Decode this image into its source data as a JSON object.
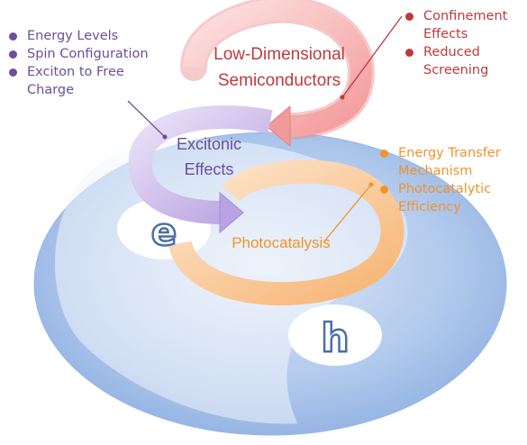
{
  "labels": {
    "low_dimensional": [
      "Low-Dimensional",
      "Semiconductors"
    ],
    "excitonic": [
      "Excitonic",
      "Effects"
    ],
    "photocatalysis": "Photocatalysis",
    "electron": "e",
    "hole": "h"
  },
  "purple_bullets": [
    {
      "text": "Energy Levels"
    },
    {
      "text": "Spin Configuration"
    },
    {
      "text": "Exciton to Free",
      "cont": "Charge"
    }
  ],
  "red_bullets": [
    {
      "text": "Confinement",
      "cont": "Effects"
    },
    {
      "text": "Reduced",
      "cont": "Screening"
    }
  ],
  "orange_bullets": [
    {
      "text": "Energy Transfer",
      "cont": "Mechanism"
    },
    {
      "text": "Photocatalytic",
      "cont": "Efficiency"
    }
  ],
  "colors": {
    "purple": "#6b4f9a",
    "red": "#c0393b",
    "orange": "#f0932b",
    "blue_text": "#4a6fa5",
    "red_arrow": "#f6a9a9",
    "purple_arrow": "#c9b6e8",
    "orange_arrow": "#f8c08a",
    "ellipse": "#a7c2ea"
  }
}
